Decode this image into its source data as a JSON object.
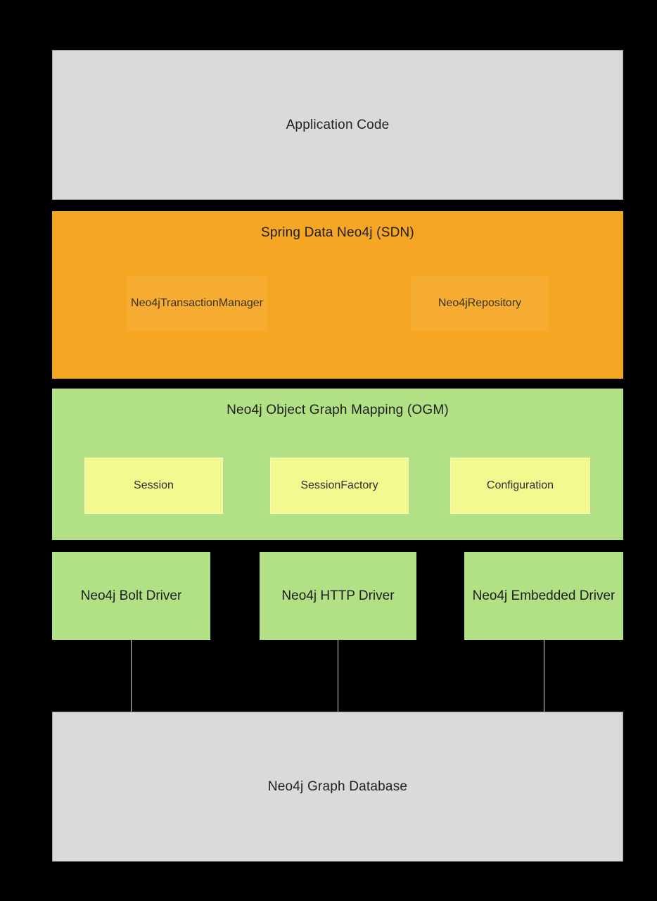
{
  "colors": {
    "background": "#000000",
    "gray_layer": "#dadada",
    "gray_border": "#9e9e9e",
    "orange_layer": "#f5a623",
    "orange_inner": "#f6ac31",
    "green_layer": "#b2e085",
    "yellow_inner": "#f2f98f",
    "connector_line": "#cfcfcf",
    "text_dark": "#212121"
  },
  "layers": {
    "application": {
      "label": "Application Code"
    },
    "sdn": {
      "title": "Spring Data Neo4j (SDN)",
      "components": [
        {
          "label": "Neo4jTransactionManager"
        },
        {
          "label": "Neo4jRepository"
        }
      ]
    },
    "ogm": {
      "title": "Neo4j Object Graph Mapping (OGM)",
      "components": [
        {
          "label": "Session"
        },
        {
          "label": "SessionFactory"
        },
        {
          "label": "Configuration"
        }
      ]
    },
    "drivers": [
      {
        "label": "Neo4j Bolt Driver"
      },
      {
        "label": "Neo4j HTTP Driver"
      },
      {
        "label": "Neo4j Embedded Driver"
      }
    ],
    "database": {
      "label": "Neo4j Graph Database"
    }
  }
}
